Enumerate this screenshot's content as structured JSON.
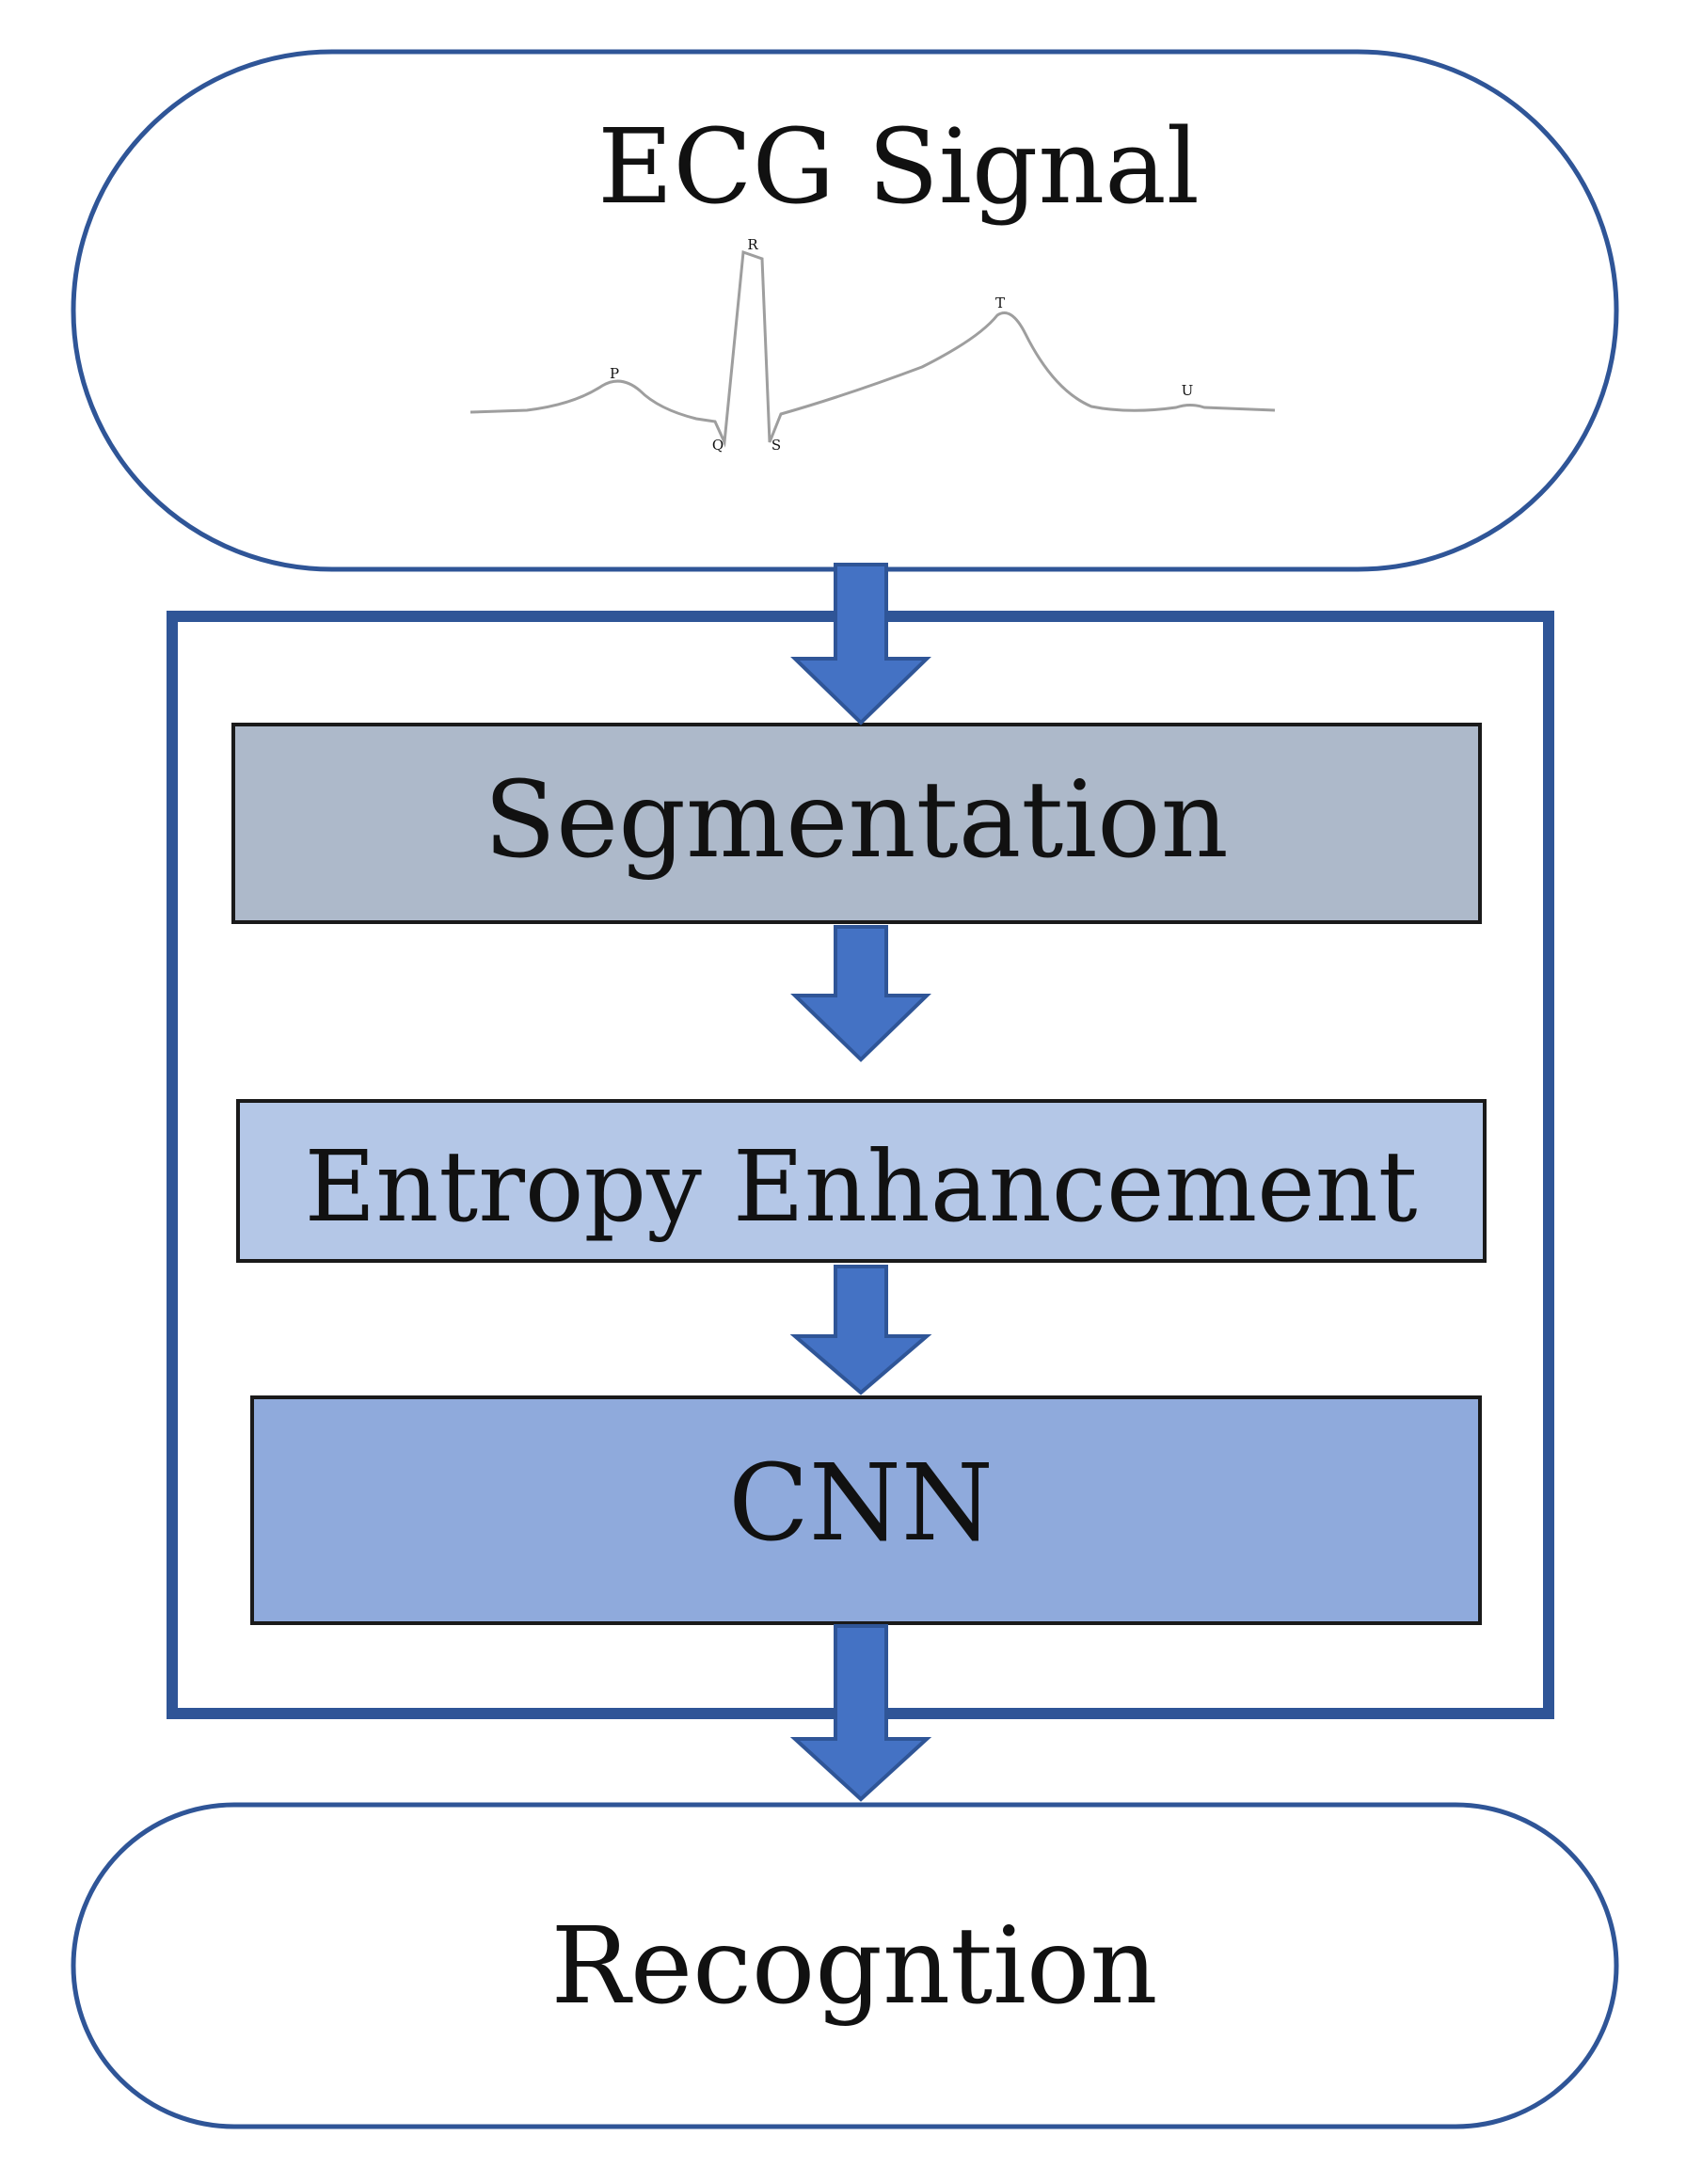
{
  "title_node": {
    "label": "ECG Signal"
  },
  "ecg_waveform": {
    "wave_labels": {
      "p": "P",
      "q": "Q",
      "r": "R",
      "s": "S",
      "t": "T",
      "u": "U"
    }
  },
  "steps": [
    {
      "label": "Segmentation",
      "fill": "#adb9ca"
    },
    {
      "label": "Entropy Enhancement",
      "fill": "#b4c7e7"
    },
    {
      "label": "CNN",
      "fill": "#8faadc"
    }
  ],
  "output_node": {
    "label": "Recogntion"
  },
  "colors": {
    "terminal_border": "#2f5597",
    "container_border": "#2f5597",
    "arrow_fill": "#4472c4",
    "arrow_stroke": "#2f5597",
    "step_border": "#1a1a1a",
    "ecg_line": "#9e9e9e"
  }
}
